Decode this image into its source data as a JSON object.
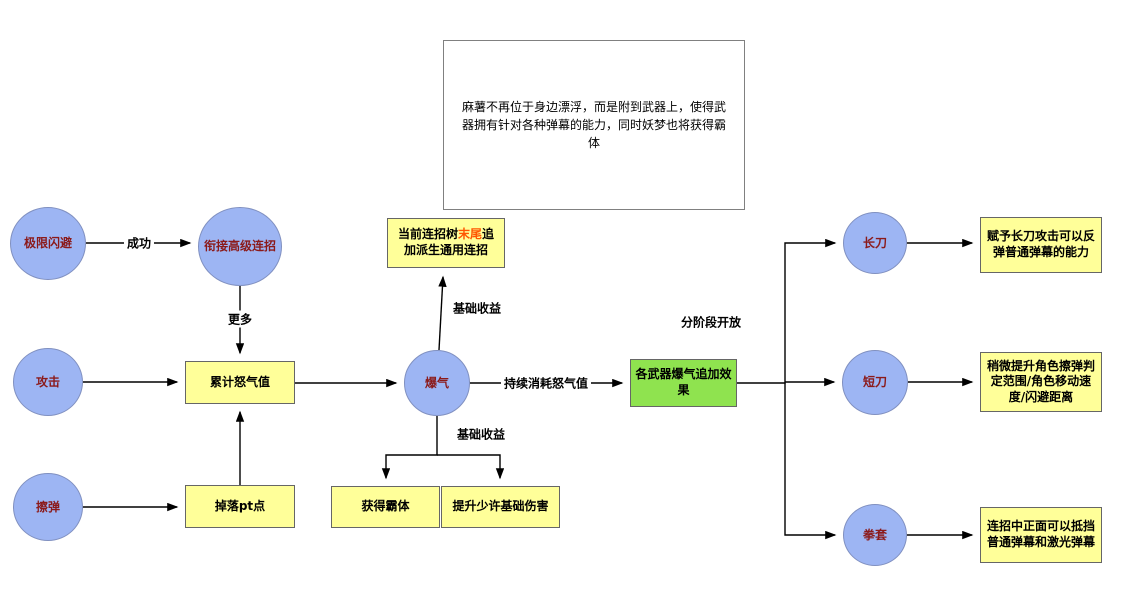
{
  "note": "麻薯不再位于身边漂浮，而是附到武器上，使得武器拥有针对各种弹幕的能力，同时妖梦也将获得霸体",
  "circles": {
    "extreme_dodge": "极限闪避",
    "advanced_combo": "衔接高级连招",
    "attack": "攻击",
    "graze": "擦弹",
    "burst": "爆气",
    "long_sword": "长刀",
    "short_sword": "短刀",
    "gauntlet": "拳套"
  },
  "boxes": {
    "rage_gauge": "累计怒气值",
    "pt_drop": "掉落pt点",
    "combo_tree_prefix": "当前连招树",
    "combo_tree_highlight": "末尾",
    "combo_tree_suffix": "追加派生通用连招",
    "hyper_armor": "获得霸体",
    "base_damage_up": "提升少许基础伤害",
    "weapon_burst_effects": "各武器爆气追加效果",
    "long_sword_effect": "赋予长刀攻击可以反弹普通弹幕的能力",
    "short_sword_effect": "稍微提升角色擦弹判定范围/角色移动速度/闪避距离",
    "gauntlet_effect": "连招中正面可以抵挡普通弹幕和激光弹幕"
  },
  "edge_labels": {
    "success": "成功",
    "more": "更多",
    "base_benefit_up": "基础收益",
    "base_benefit_down": "基础收益",
    "rage_drain": "持续消耗怒气值",
    "staged_unlock": "分阶段开放"
  },
  "colors": {
    "circle_fill": "#9DB5F3",
    "circle_border": "#8090c0",
    "circle_text": "#8b1a1a",
    "yellow_fill": "#FFFF99",
    "box_border": "#666666",
    "green_fill": "#8FE34F",
    "highlight_text": "#FF5500",
    "line_color": "#000000"
  }
}
